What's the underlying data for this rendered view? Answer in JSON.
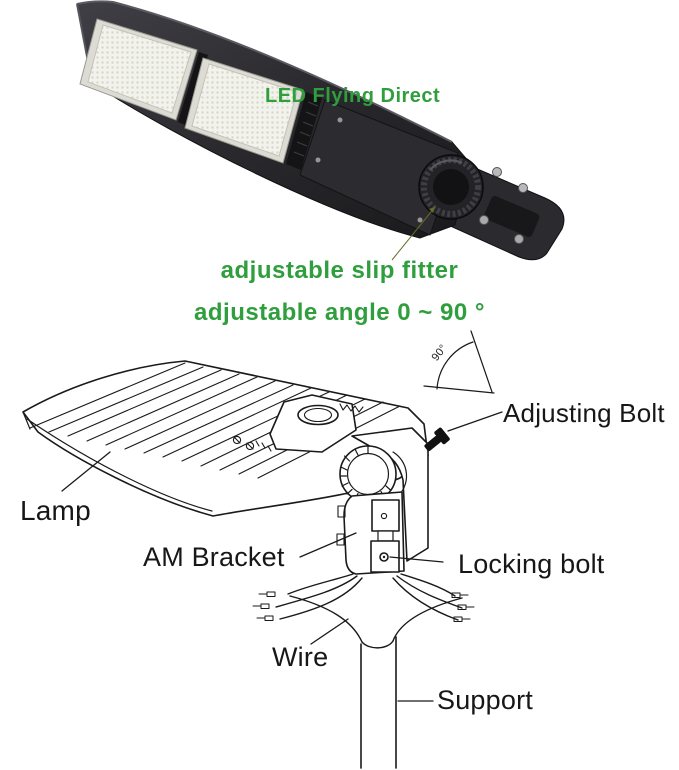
{
  "watermark": "LED Flying Direct",
  "captions": {
    "slip_fitter": "adjustable slip fitter",
    "angle_range": "adjustable angle 0 ~ 90 °"
  },
  "diagram": {
    "angle_badge": "90°",
    "labels": {
      "adjusting_bolt": "Adjusting Bolt",
      "lamp": "Lamp",
      "am_bracket": "AM Bracket",
      "locking_bolt": "Locking bolt",
      "wire": "Wire",
      "support": "Support"
    }
  },
  "colors": {
    "brand_green": "#2f9e3d",
    "diagram_ink": "#171717",
    "housing_dark": "#27272a",
    "led_panel": "#f2f2ec"
  }
}
